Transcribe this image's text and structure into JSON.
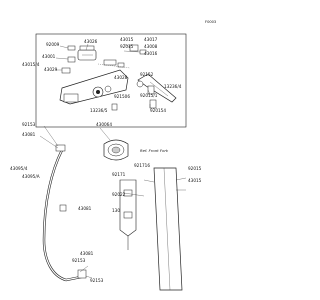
{
  "diagram": {
    "code": "F0003",
    "ref_front_fork": "Ref. Front Fork",
    "labels": [
      "92009",
      "43026",
      "43015",
      "43017",
      "92015",
      "43008",
      "43001",
      "43016",
      "43029",
      "92152",
      "13236/4",
      "43015/4",
      "43028",
      "921506",
      "920154",
      "13236/5",
      "92015/1",
      "92153",
      "43081",
      "430064",
      "43095/4",
      "43081",
      "92153",
      "43081",
      "92153",
      "43095/A",
      "92015",
      "92171",
      "921716",
      "92022",
      "130",
      "43015"
    ]
  }
}
